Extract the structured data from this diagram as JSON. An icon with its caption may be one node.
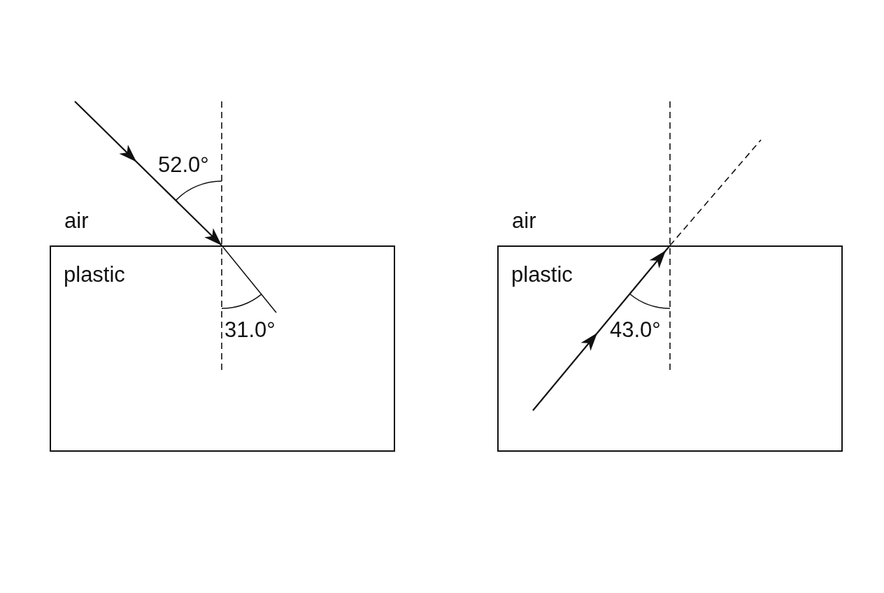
{
  "diagram": {
    "nodes": [
      {
        "text": [
          "plastic"
        ]
      },
      {
        "text": [
          "plastic"
        ]
      }
    ],
    "labels": [
      "52.0°",
      "air",
      "31.0°",
      "43.0°",
      "air"
    ]
  }
}
